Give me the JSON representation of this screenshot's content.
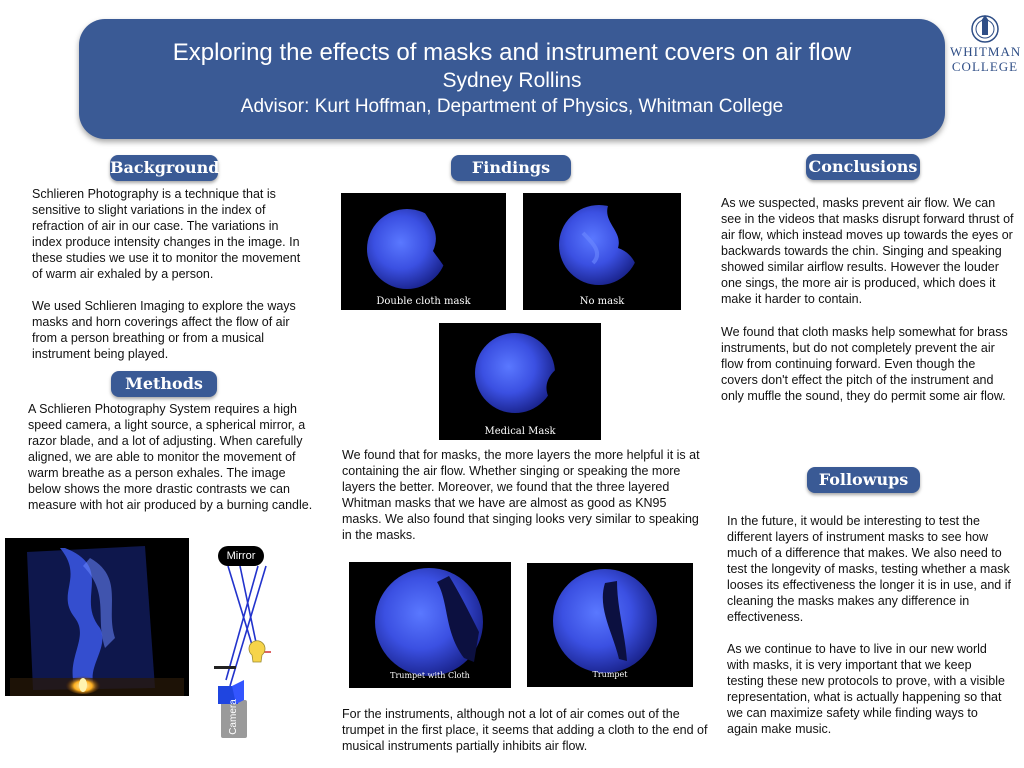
{
  "header": {
    "title": "Exploring the effects of masks and instrument covers on air flow",
    "author": "Sydney Rollins",
    "advisor": "Advisor: Kurt Hoffman, Department of Physics, Whitman College"
  },
  "logo": {
    "line1": "WHITMAN",
    "line2": "COLLEGE"
  },
  "sections": {
    "background": {
      "heading": "Background",
      "p1": "Schlieren Photography is a technique that is sensitive to slight variations in the index of refraction of air in our case.  The variations in index produce intensity changes in the image. In these studies we use it to monitor the movement of warm air exhaled by a person.",
      "p2": "We used Schlieren Imaging to explore the ways masks and horn coverings affect the flow of air from a person breathing or from a musical instrument being played."
    },
    "methods": {
      "heading": "Methods",
      "p1": "A Schlieren Photography System requires a high speed camera, a light source, a spherical mirror, a razor blade, and a lot of adjusting.  When carefully aligned, we are able to monitor the movement of warm breathe as a person exhales. The image below shows the more drastic contrasts we can measure with hot air produced by a burning candle.",
      "diagram_mirror": "Mirror",
      "diagram_camera": "Camera"
    },
    "findings": {
      "heading": "Findings",
      "cap_double_cloth": "Double cloth mask",
      "cap_no_mask": "No mask",
      "cap_medical": "Medical Mask",
      "p1": "We found that for masks, the more layers the more helpful it is at containing the air flow.  Whether singing or speaking the more layers the better.  Moreover,  we found that the three layered Whitman masks that we have are almost as good as KN95 masks.  We also found that singing looks very similar to speaking in the masks.",
      "cap_trumpet_cloth": "Trumpet  with Cloth",
      "cap_trumpet": "Trumpet",
      "p2": "For the instruments, although not a lot of air comes out of the trumpet in the first place, it seems that adding a cloth to the end of musical instruments partially inhibits air flow."
    },
    "conclusions": {
      "heading": "Conclusions",
      "p1": "As we suspected, masks prevent air flow.  We can see in the videos that masks disrupt forward thrust of air flow, which instead moves up towards the eyes or backwards towards the chin. Singing and speaking showed similar airflow results.  However the louder one sings, the more air is produced, which does it make it harder to contain.",
      "p2": "We found that cloth masks help somewhat for brass instruments, but do not completely prevent the air flow from continuing forward. Even though the covers don't effect the pitch of the instrument and only muffle the sound, they do permit some air flow."
    },
    "followups": {
      "heading": "Followups",
      "p1": "In the future, it would be interesting to test the different layers of instrument masks to see how much of a difference that makes. We also need to test the longevity of masks, testing whether a mask looses its effectiveness the longer it is in use,  and if cleaning the masks makes any difference in effectiveness.",
      "p2": "As we continue to have to live in our new world with masks, it is very important that we keep testing these new protocols to prove, with a visible representation, what is actually happening so that we can maximize safety while finding ways to again make music."
    }
  },
  "colors": {
    "banner": "#3a5a95",
    "photo_glow": "#3d55e6",
    "text": "#111111"
  }
}
